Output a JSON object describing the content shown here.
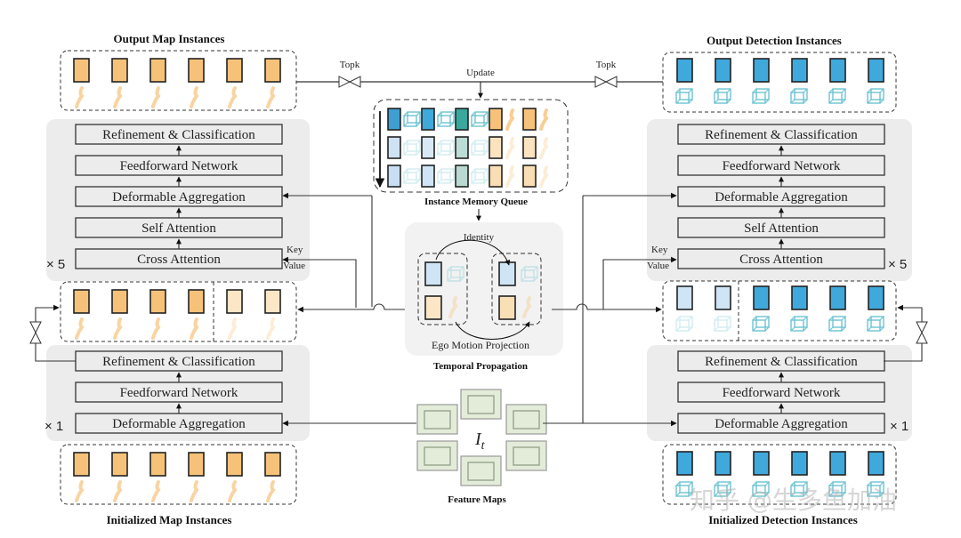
{
  "titles": {
    "output_map": "Output Map Instances",
    "output_det": "Output Detection Instances",
    "init_map": "Initialized Map Instances",
    "init_det": "Initialized Detection Instances",
    "memory_queue": "Instance Memory Queue",
    "temporal": "Temporal Propagation",
    "feature_maps": "Feature Maps"
  },
  "labels": {
    "topk_left": "Topk",
    "topk_right": "Topk",
    "update": "Update",
    "identity": "Identity",
    "ego_motion": "Ego Motion Projection",
    "key": "Key",
    "value": "Value",
    "feature_symbol": "I",
    "feature_subscript": "t",
    "watermark": "知乎 @生多鱼加油"
  },
  "decoder_upper": {
    "repeat": "× 5",
    "blocks": [
      "Refinement & Classification",
      "Feedforward Network",
      "Deformable Aggregation",
      "Self Attention",
      "Cross Attention"
    ]
  },
  "decoder_lower": {
    "repeat": "× 1",
    "blocks": [
      "Refinement & Classification",
      "Feedforward Network",
      "Deformable Aggregation"
    ]
  },
  "colors": {
    "map": "#f6c27a",
    "map_faded": "#fbe6c6",
    "det": "#3fa9dc",
    "det_faded": "#cfe4f4",
    "cube": "#6cc3d2",
    "panel": "#ececec",
    "feature": "#e3ecd9"
  }
}
